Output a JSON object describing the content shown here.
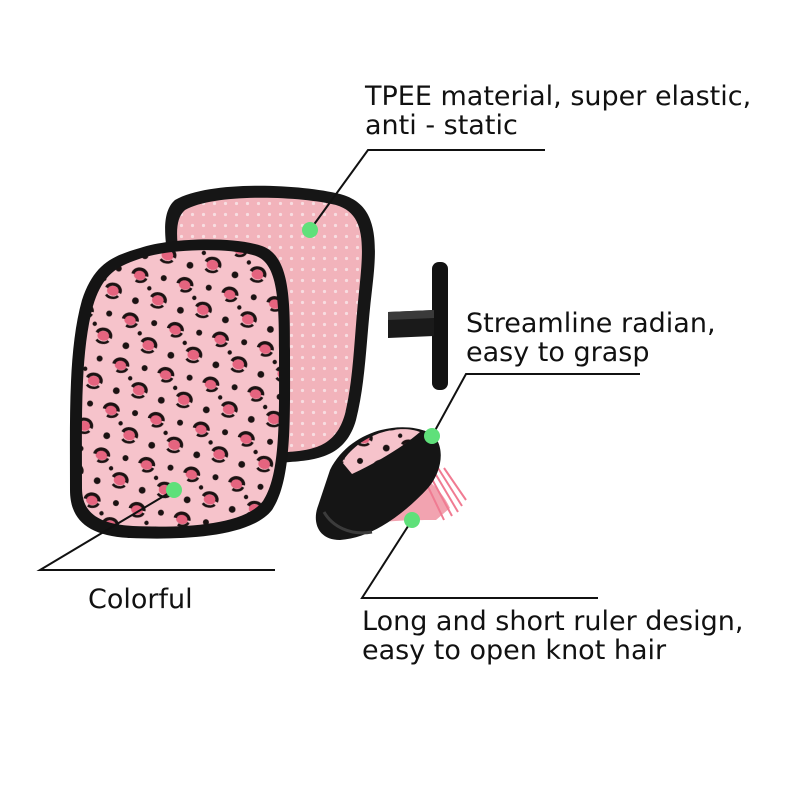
{
  "callouts": {
    "material": {
      "line1": "TPEE material, super elastic,",
      "line2": "anti - static"
    },
    "streamline": {
      "line1": "Streamline radian,",
      "line2": "easy to grasp"
    },
    "colorful": {
      "line1": "Colorful"
    },
    "ruler": {
      "line1": "Long and short ruler design,",
      "line2": "easy to open knot hair"
    }
  },
  "colors": {
    "marker": "#5fe07a",
    "leader_line": "#111111",
    "pad_pink": "#f2b3bb",
    "shell_black": "#141414",
    "leopard_base": "#f6c3cb",
    "leopard_spot": "#1b1212",
    "leopard_accent": "#e5647f"
  }
}
